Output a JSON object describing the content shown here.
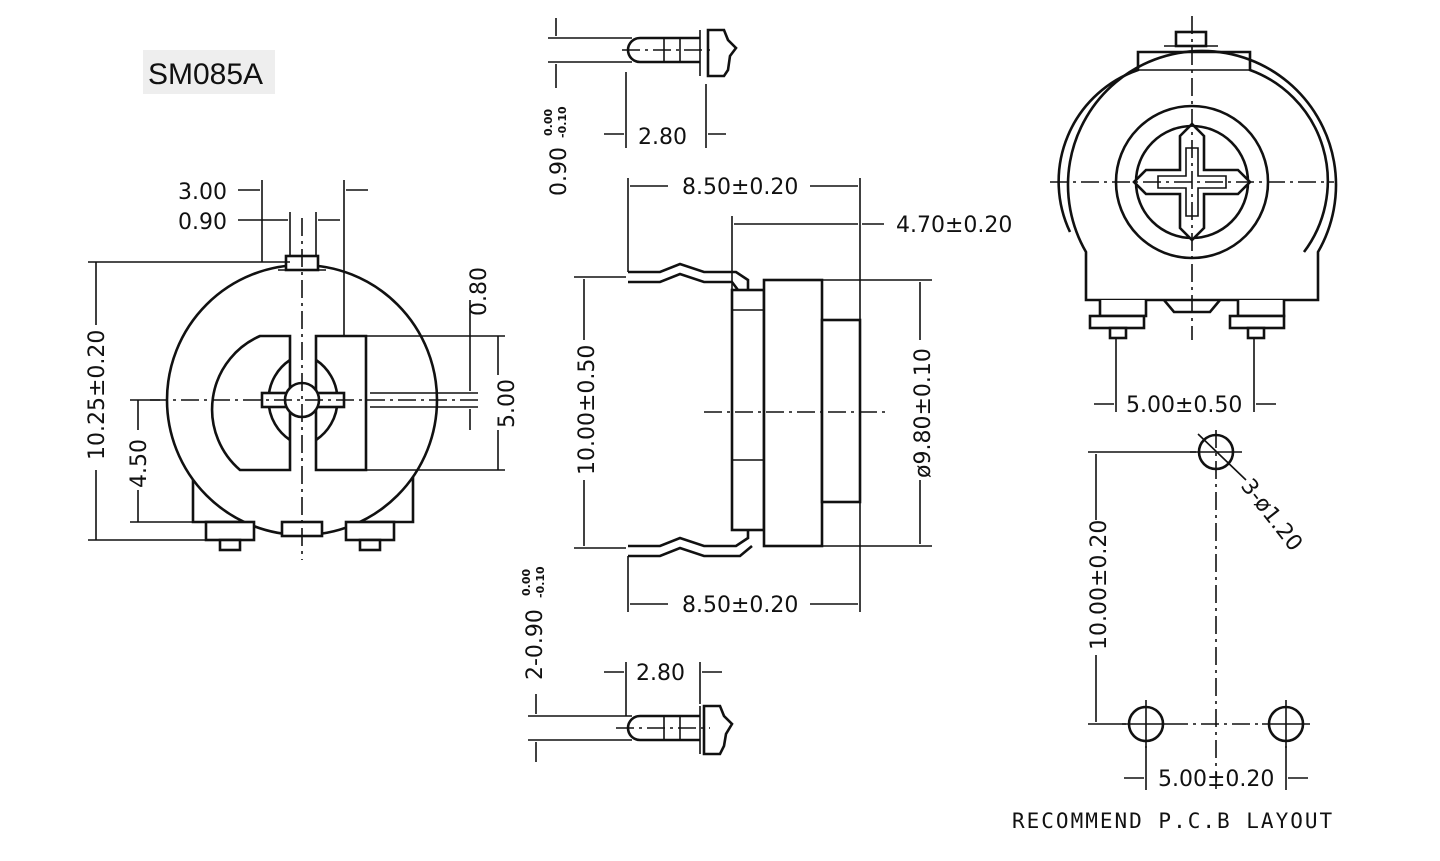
{
  "title": "SM085A",
  "caption": "RECOMMEND P.C.B LAYOUT",
  "front_view": {
    "dim_width_top": "3.00",
    "dim_shaft": "0.90",
    "dim_height": "10.25±0.20",
    "dim_lower": "4.50",
    "dim_right_top": "0.80",
    "dim_right": "5.00"
  },
  "pin_detail_top": {
    "dim_thickness": "0.90",
    "tol_plus": "0.00",
    "tol_minus": "-0.10",
    "dim_length": "2.80"
  },
  "side_view": {
    "dim_top": "8.50±0.20",
    "dim_body": "4.70±0.20",
    "dim_pin_span": "10.00±0.50",
    "dim_diameter": "ø9.80±0.10",
    "dim_bottom": "8.50±0.20"
  },
  "pin_detail_bottom": {
    "dim_thickness": "2-0.90",
    "tol_plus": "0.00",
    "tol_minus": "-0.10",
    "dim_length": "2.80"
  },
  "rear_view": {
    "dim_pins": "5.00±0.50"
  },
  "pcb_layout": {
    "dim_vertical": "10.00±0.20",
    "dim_holes": "3-ø1.20",
    "dim_horizontal": "5.00±0.20"
  }
}
